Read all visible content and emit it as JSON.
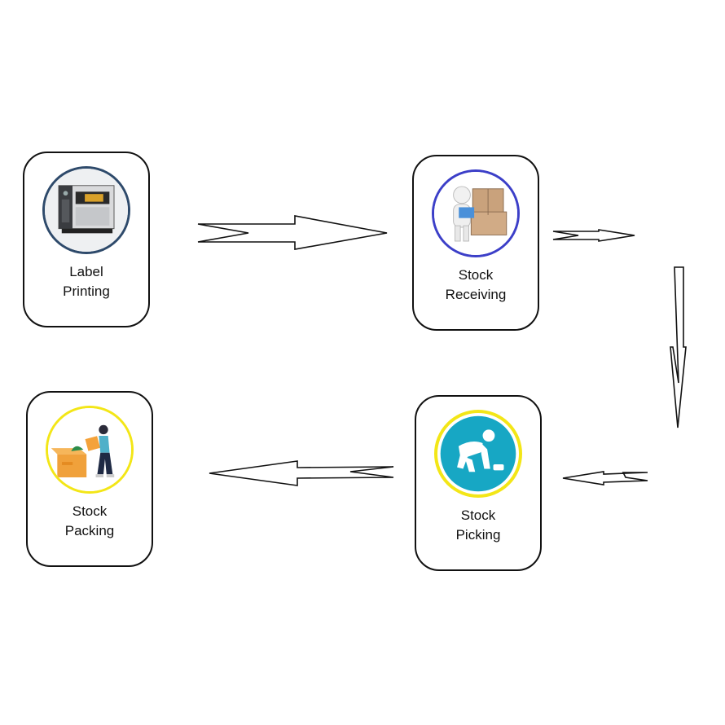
{
  "nodes": [
    {
      "id": "label-printing",
      "line1": "Label",
      "line2": "Printing",
      "icon": "label-printer-icon",
      "ring_color": "#2e4a6b"
    },
    {
      "id": "stock-receiving",
      "line1": "Stock",
      "line2": "Receiving",
      "icon": "worker-with-boxes-icon",
      "ring_color": "#3c3fc8"
    },
    {
      "id": "stock-picking",
      "line1": "Stock",
      "line2": "Picking",
      "icon": "person-picking-icon",
      "ring_color": "#f3e617"
    },
    {
      "id": "stock-packing",
      "line1": "Stock",
      "line2": "Packing",
      "icon": "person-packing-box-icon",
      "ring_color": "#f3e617"
    }
  ],
  "flow": [
    {
      "from": "label-printing",
      "to": "stock-receiving"
    },
    {
      "from": "stock-receiving",
      "to": "stock-picking"
    },
    {
      "from": "stock-picking",
      "to": "stock-packing"
    }
  ]
}
